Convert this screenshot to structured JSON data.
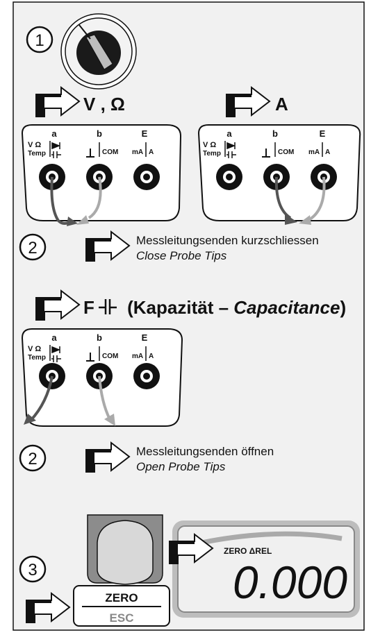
{
  "step1": {
    "number": "1"
  },
  "modes": {
    "volt_ohm": "V , Ω",
    "amp": "A",
    "capacitance_prefix": "F ",
    "capacitance_open": "(Kapazität – ",
    "capacitance_en": "Capacitance",
    "capacitance_close": ")"
  },
  "sockets": {
    "a_letter": "a",
    "b_letter": "b",
    "e_letter": "E",
    "v_omega": "V Ω",
    "temp": "Temp",
    "com": "COM",
    "ma": "mA",
    "a_unit": "A"
  },
  "step2_short": {
    "number": "2",
    "text_de": "Messleitungsenden kurzschliessen",
    "text_en": "Close Probe Tips"
  },
  "step2_open": {
    "number": "2",
    "text_de": "Messleitungsenden öffnen",
    "text_en": "Open Probe Tips"
  },
  "step3": {
    "number": "3",
    "key_top": "ZERO",
    "key_bottom": "ESC",
    "lcd_indicator": "ZERO ΔREL",
    "lcd_value": "0.000"
  }
}
